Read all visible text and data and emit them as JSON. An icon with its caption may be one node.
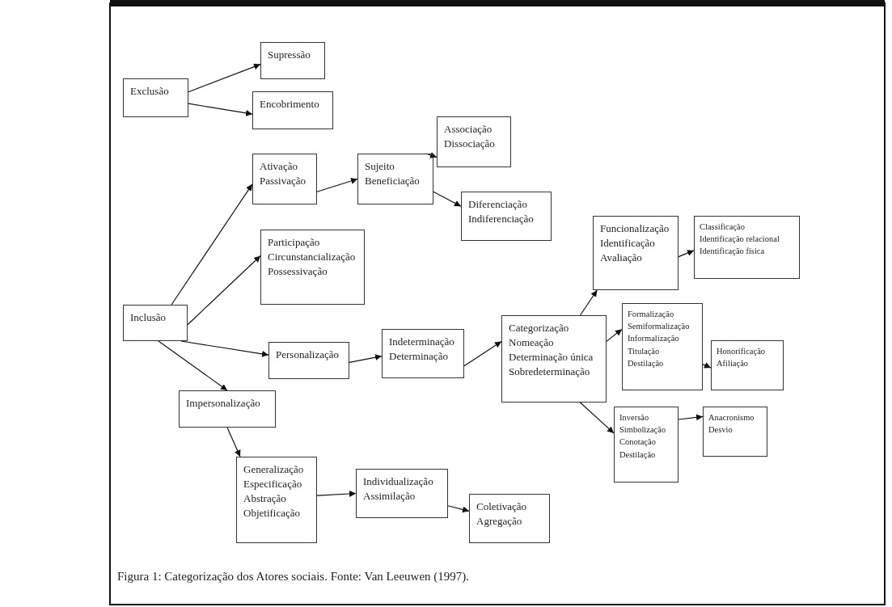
{
  "diagram": {
    "caption": "Figura 1: Categorização dos Atores sociais. Fonte: Van Leeuwen (1997).",
    "nodes": [
      {
        "text": [
          "Exclusão"
        ]
      },
      {
        "text": [
          "Supressão"
        ]
      },
      {
        "text": [
          "Encobrimento"
        ]
      },
      {
        "text": [
          "Inclusão"
        ]
      },
      {
        "text": [
          "Ativação",
          "Passivação"
        ]
      },
      {
        "text": [
          "Sujeito",
          "Beneficiação"
        ]
      },
      {
        "text": [
          "Associação",
          "Dissociação"
        ]
      },
      {
        "text": [
          "Diferenciação",
          "Indiferenciação"
        ]
      },
      {
        "text": [
          "Participação",
          "Circunstancialização",
          "Possessivação"
        ]
      },
      {
        "text": [
          "Personalização"
        ]
      },
      {
        "text": [
          "Indeterminação",
          "Determinação"
        ]
      },
      {
        "text": [
          "Impersonalização"
        ]
      },
      {
        "text": [
          "Categorização",
          "Nomeação",
          "Determinação única",
          "Sobredeterminação"
        ]
      },
      {
        "text": [
          "Funcionalização",
          "Identificação",
          "Avaliação"
        ]
      },
      {
        "text": [
          "Classificação",
          "Identificação relacional",
          "Identificação física"
        ]
      },
      {
        "text": [
          "Formalização",
          "Semiformalização",
          "Informalização",
          "Titulação",
          "Destilação"
        ]
      },
      {
        "text": [
          "Honorificação",
          "Afiliação"
        ]
      },
      {
        "text": [
          "Inversão",
          "Simbolização",
          "Conotação",
          "Destilação"
        ]
      },
      {
        "text": [
          "Anacronismo",
          "Desvio"
        ]
      },
      {
        "text": [
          "Generalização",
          "Especificação",
          "Abstração",
          "Objetificação"
        ]
      },
      {
        "text": [
          "Individualização",
          "Assimilação"
        ]
      },
      {
        "text": [
          "Coletivação",
          "Agregação"
        ]
      }
    ],
    "edges": [
      {
        "from": 0,
        "to": 1,
        "arrow": "to"
      },
      {
        "from": 0,
        "to": 2,
        "arrow": "to"
      },
      {
        "from": 3,
        "to": 4,
        "arrow": "to"
      },
      {
        "from": 3,
        "to": 8,
        "arrow": "to"
      },
      {
        "from": 3,
        "to": 9,
        "arrow": "to"
      },
      {
        "from": 3,
        "to": 11,
        "arrow": "to"
      },
      {
        "from": 4,
        "to": 5,
        "arrow": "to"
      },
      {
        "from": 5,
        "to": 6,
        "arrow": "to"
      },
      {
        "from": 5,
        "to": 7,
        "arrow": "to"
      },
      {
        "from": 9,
        "to": 10,
        "arrow": "to"
      },
      {
        "from": 10,
        "to": 12,
        "arrow": "to"
      },
      {
        "from": 12,
        "to": 13,
        "arrow": "to"
      },
      {
        "from": 12,
        "to": 15,
        "arrow": "to"
      },
      {
        "from": 12,
        "to": 17,
        "arrow": "to"
      },
      {
        "from": 13,
        "to": 14,
        "arrow": "to"
      },
      {
        "from": 15,
        "to": 16,
        "arrow": "to"
      },
      {
        "from": 17,
        "to": 18,
        "arrow": "to"
      },
      {
        "from": 11,
        "to": 19,
        "arrow": "to"
      },
      {
        "from": 19,
        "to": 20,
        "arrow": "to"
      },
      {
        "from": 20,
        "to": 21,
        "arrow": "to"
      }
    ]
  }
}
